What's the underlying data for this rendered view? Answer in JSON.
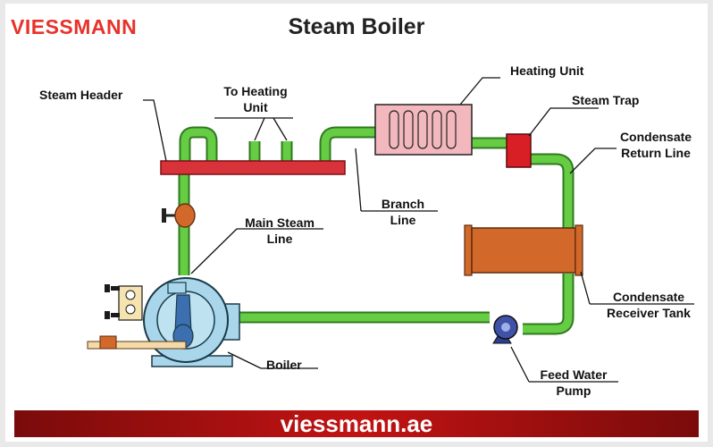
{
  "brand": {
    "logo_text": "VIESSMANN",
    "website": "viessmann.ae",
    "color": "#e8322b",
    "footer_color": "#b01212"
  },
  "title": "Steam Boiler",
  "labels": {
    "steam_header": "Steam Header",
    "to_heating_unit_line1": "To Heating",
    "to_heating_unit_line2": "Unit",
    "heating_unit": "Heating Unit",
    "steam_trap": "Steam Trap",
    "condensate_return_line1": "Condensate",
    "condensate_return_line2": "Return Line",
    "branch_line1": "Branch",
    "branch_line2": "Line",
    "main_steam_line1": "Main Steam",
    "main_steam_line2": "Line",
    "condensate_receiver_line1": "Condensate",
    "condensate_receiver_line2": "Receiver Tank",
    "boiler": "Boiler",
    "feed_water_line1": "Feed Water",
    "feed_water_line2": "Pump"
  },
  "colors": {
    "pipe": "#66cc44",
    "pipe_outline": "#2f7a1f",
    "header": "#d8323a",
    "heating_unit": "#f2b8bd",
    "steam_trap": "#d81f26",
    "tank": "#d2692a",
    "boiler": "#a9d6ea",
    "pump": "#2c3e8c",
    "valve": "#d2692a"
  }
}
